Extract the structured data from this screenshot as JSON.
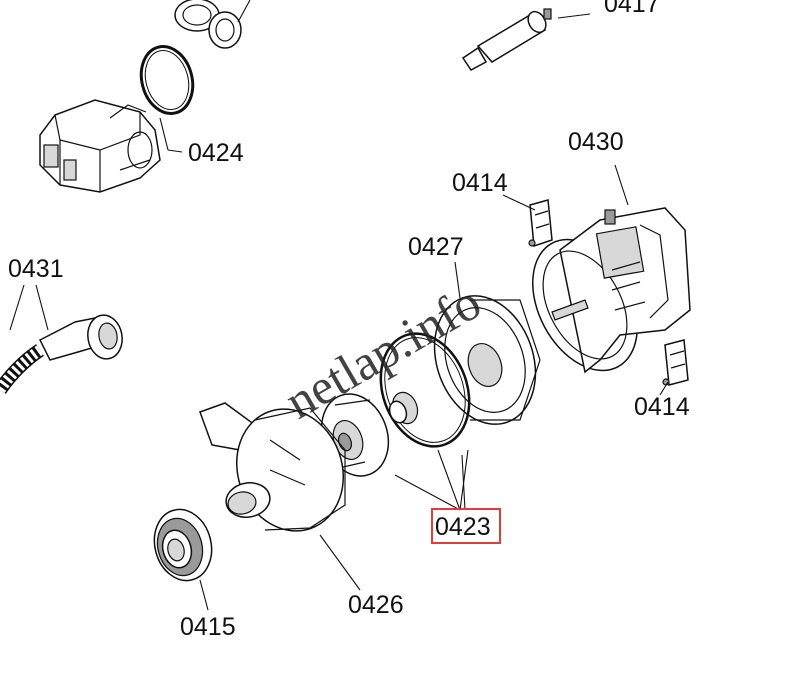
{
  "parts": {
    "p0417": "0417",
    "p0424": "0424",
    "p0430": "0430",
    "p0414_top": "0414",
    "p0427": "0427",
    "p0431": "0431",
    "p0414_right": "0414",
    "p0423": "0423",
    "p0426": "0426",
    "p0415": "0415"
  },
  "highlight": {
    "part": "0423",
    "color": "#e03c3c"
  },
  "watermark": "netlap.info"
}
